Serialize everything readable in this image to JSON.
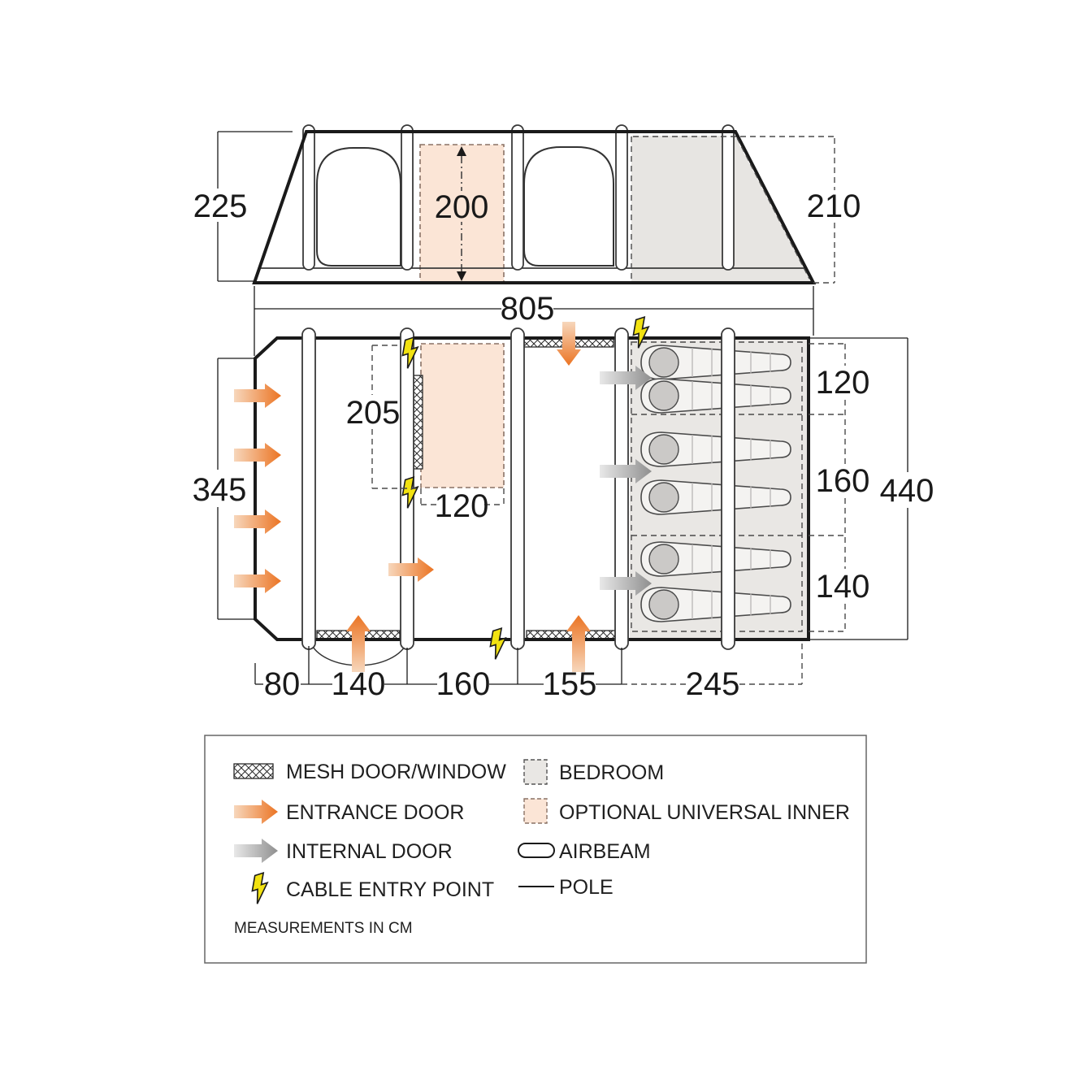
{
  "dims": {
    "elev_front_height": "225",
    "inner_height": "200",
    "rear_height": "210",
    "overall_width": "805",
    "front_face_width": "345",
    "inner_length": "205",
    "inner_width": "120",
    "bottom": [
      "80",
      "140",
      "160",
      "155",
      "245"
    ],
    "bedroom_segments": [
      "120",
      "160",
      "140"
    ],
    "overall_depth": "440"
  },
  "legend": {
    "mesh": "MESH DOOR/WINDOW",
    "entrance": "ENTRANCE DOOR",
    "internal": "INTERNAL DOOR",
    "cable": "CABLE ENTRY POINT",
    "bedroom": "BEDROOM",
    "optional_inner": "OPTIONAL UNIVERSAL INNER",
    "airbeam": "AIRBEAM",
    "pole": "POLE",
    "note": "MEASUREMENTS IN CM"
  },
  "colors": {
    "entrance_orange": "#EB7423",
    "entrance_orange_tail": "#F7D7BC",
    "internal_gray": "#8F8F8F",
    "internal_gray_tail": "#E6E6E6",
    "optional_inner_peach": "#FBE5D6",
    "bedroom_gray": "#E9E7E4",
    "elevation_shade": "#E7E5E2",
    "cable_yellow": "#F2E211",
    "line_dark": "#1A1A1A"
  }
}
